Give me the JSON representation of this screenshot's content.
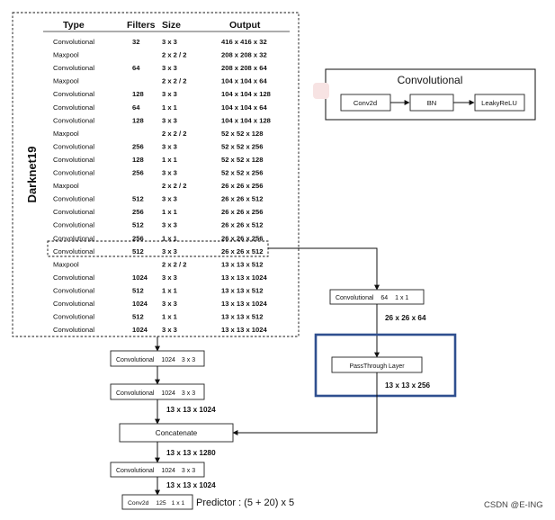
{
  "darknet": {
    "side_label": "Darknet19",
    "headers": {
      "type": "Type",
      "filters": "Filters",
      "size": "Size",
      "output": "Output"
    },
    "rows": [
      {
        "type": "Convolutional",
        "filters": "32",
        "size": "3 x 3",
        "output": "416 x 416 x 32"
      },
      {
        "type": "Maxpool",
        "filters": "",
        "size": "2 x 2 / 2",
        "output": "208 x 208 x 32"
      },
      {
        "type": "Convolutional",
        "filters": "64",
        "size": "3 x 3",
        "output": "208 x 208 x 64"
      },
      {
        "type": "Maxpool",
        "filters": "",
        "size": "2 x 2 / 2",
        "output": "104 x 104 x 64"
      },
      {
        "type": "Convolutional",
        "filters": "128",
        "size": "3 x 3",
        "output": "104 x 104 x 128"
      },
      {
        "type": "Convolutional",
        "filters": "64",
        "size": "1 x 1",
        "output": "104 x 104 x 64"
      },
      {
        "type": "Convolutional",
        "filters": "128",
        "size": "3 x 3",
        "output": "104 x 104 x 128"
      },
      {
        "type": "Maxpool",
        "filters": "",
        "size": "2 x 2 / 2",
        "output": "52 x 52 x 128"
      },
      {
        "type": "Convolutional",
        "filters": "256",
        "size": "3 x 3",
        "output": "52 x 52 x 256"
      },
      {
        "type": "Convolutional",
        "filters": "128",
        "size": "1 x 1",
        "output": "52 x 52 x 128"
      },
      {
        "type": "Convolutional",
        "filters": "256",
        "size": "3 x 3",
        "output": "52 x 52 x 256"
      },
      {
        "type": "Maxpool",
        "filters": "",
        "size": "2 x 2 / 2",
        "output": "26 x 26 x 256"
      },
      {
        "type": "Convolutional",
        "filters": "512",
        "size": "3 x 3",
        "output": "26 x 26 x 512"
      },
      {
        "type": "Convolutional",
        "filters": "256",
        "size": "1 x 1",
        "output": "26 x 26 x 256"
      },
      {
        "type": "Convolutional",
        "filters": "512",
        "size": "3 x 3",
        "output": "26 x 26 x 512"
      },
      {
        "type": "Convolutional",
        "filters": "256",
        "size": "1 x 1",
        "output": "26 x 26 x 256"
      },
      {
        "type": "Convolutional",
        "filters": "512",
        "size": "3 x 3",
        "output": "26 x 26 x 512"
      },
      {
        "type": "Maxpool",
        "filters": "",
        "size": "2 x 2 / 2",
        "output": "13 x 13 x 512"
      },
      {
        "type": "Convolutional",
        "filters": "1024",
        "size": "3 x 3",
        "output": "13 x 13 x 1024"
      },
      {
        "type": "Convolutional",
        "filters": "512",
        "size": "1 x 1",
        "output": "13 x 13 x 512"
      },
      {
        "type": "Convolutional",
        "filters": "1024",
        "size": "3 x 3",
        "output": "13 x 13 x 1024"
      },
      {
        "type": "Convolutional",
        "filters": "512",
        "size": "1 x 1",
        "output": "13 x 13 x 512"
      },
      {
        "type": "Convolutional",
        "filters": "1024",
        "size": "3 x 3",
        "output": "13 x 13 x 1024"
      }
    ],
    "highlighted_row": 16
  },
  "legend": {
    "title": "Convolutional",
    "steps": [
      "Conv2d",
      "BN",
      "LeakyReLU"
    ]
  },
  "passthrough_branch": {
    "conv": {
      "name": "Convolutional",
      "filters": "64",
      "size": "1 x 1"
    },
    "conv_output": "26 x 26 x 64",
    "layer": "PassThrough Layer",
    "layer_output": "13 x 13 x 256"
  },
  "head": {
    "conv1": {
      "name": "Convolutional",
      "filters": "1024",
      "size": "3 x 3"
    },
    "conv2": {
      "name": "Convolutional",
      "filters": "1024",
      "size": "3 x 3"
    },
    "conv2_output": "13 x 13 x 1024",
    "concat": "Concatenate",
    "concat_output": "13 x 13 x 1280",
    "conv3": {
      "name": "Convolutional",
      "filters": "1024",
      "size": "3 x 3"
    },
    "conv3_output": "13 x 13 x 1024",
    "final": {
      "name": "Conv2d",
      "filters": "125",
      "size": "1 x 1"
    },
    "predictor": "Predictor : (5 + 20) x 5"
  },
  "watermark": "CSDN @E-ING",
  "colors": {
    "accent_border": "#2f4f8f"
  }
}
